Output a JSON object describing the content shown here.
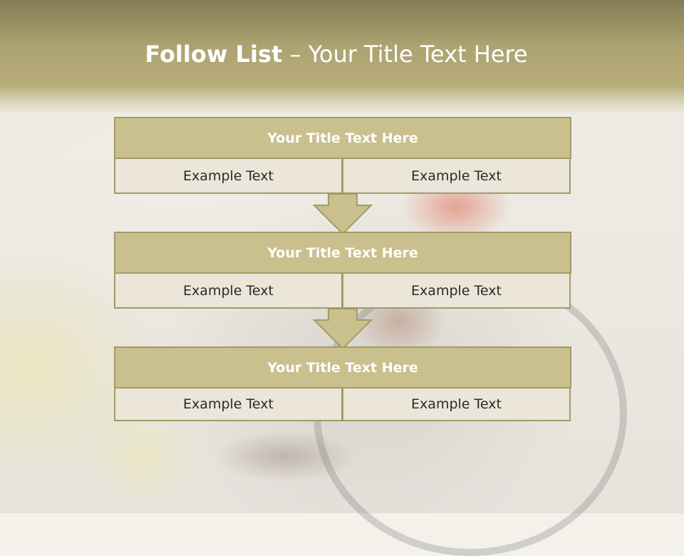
{
  "slide": {
    "title_bold": "Follow List",
    "title_rest": "– Your Title Text Here"
  },
  "blocks": [
    {
      "title": "Your Title Text Here",
      "left": "Example Text",
      "right": "Example Text"
    },
    {
      "title": "Your Title Text Here",
      "left": "Example Text",
      "right": "Example Text"
    },
    {
      "title": "Your Title Text Here",
      "left": "Example Text",
      "right": "Example Text"
    }
  ],
  "colors": {
    "header": "#b8ad79",
    "block_title": "#c9c08d",
    "block_cell": "#ebe6d9",
    "border": "#a39a65"
  }
}
